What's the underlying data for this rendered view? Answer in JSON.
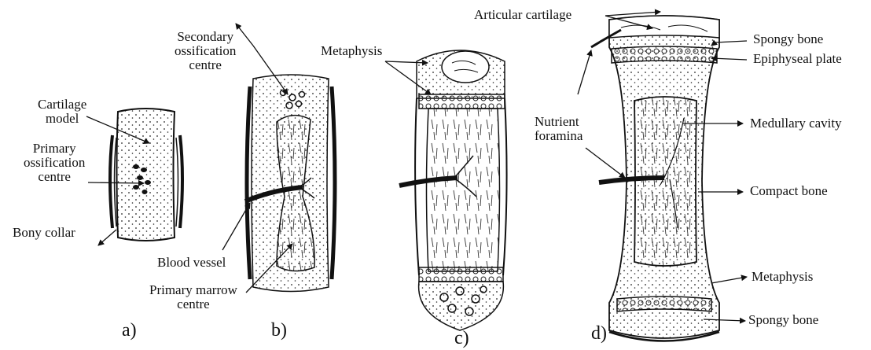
{
  "labels": {
    "cartilage_model_1": "Cartilage",
    "cartilage_model_2": "model",
    "primary_ossification_1": "Primary",
    "primary_ossification_2": "ossification",
    "primary_ossification_3": "centre",
    "bony_collar": "Bony collar",
    "secondary_ossification_1": "Secondary",
    "secondary_ossification_2": "ossification",
    "secondary_ossification_3": "centre",
    "blood_vessel": "Blood vessel",
    "primary_marrow_1": "Primary marrow",
    "primary_marrow_2": "centre",
    "metaphysis_c": "Metaphysis",
    "articular_cartilage": "Articular cartilage",
    "spongy_bone_top": "Spongy bone",
    "epiphyseal_plate": "Epiphyseal plate",
    "nutrient_foramina_1": "Nutrient",
    "nutrient_foramina_2": "foramina",
    "medullary_cavity": "Medullary cavity",
    "compact_bone": "Compact bone",
    "metaphysis_d": "Metaphysis",
    "spongy_bone_bottom": "Spongy bone"
  },
  "stages": {
    "a": "a)",
    "b": "b)",
    "c": "c)",
    "d": "d)"
  },
  "colors": {
    "ink": "#111111",
    "background": "#ffffff"
  }
}
